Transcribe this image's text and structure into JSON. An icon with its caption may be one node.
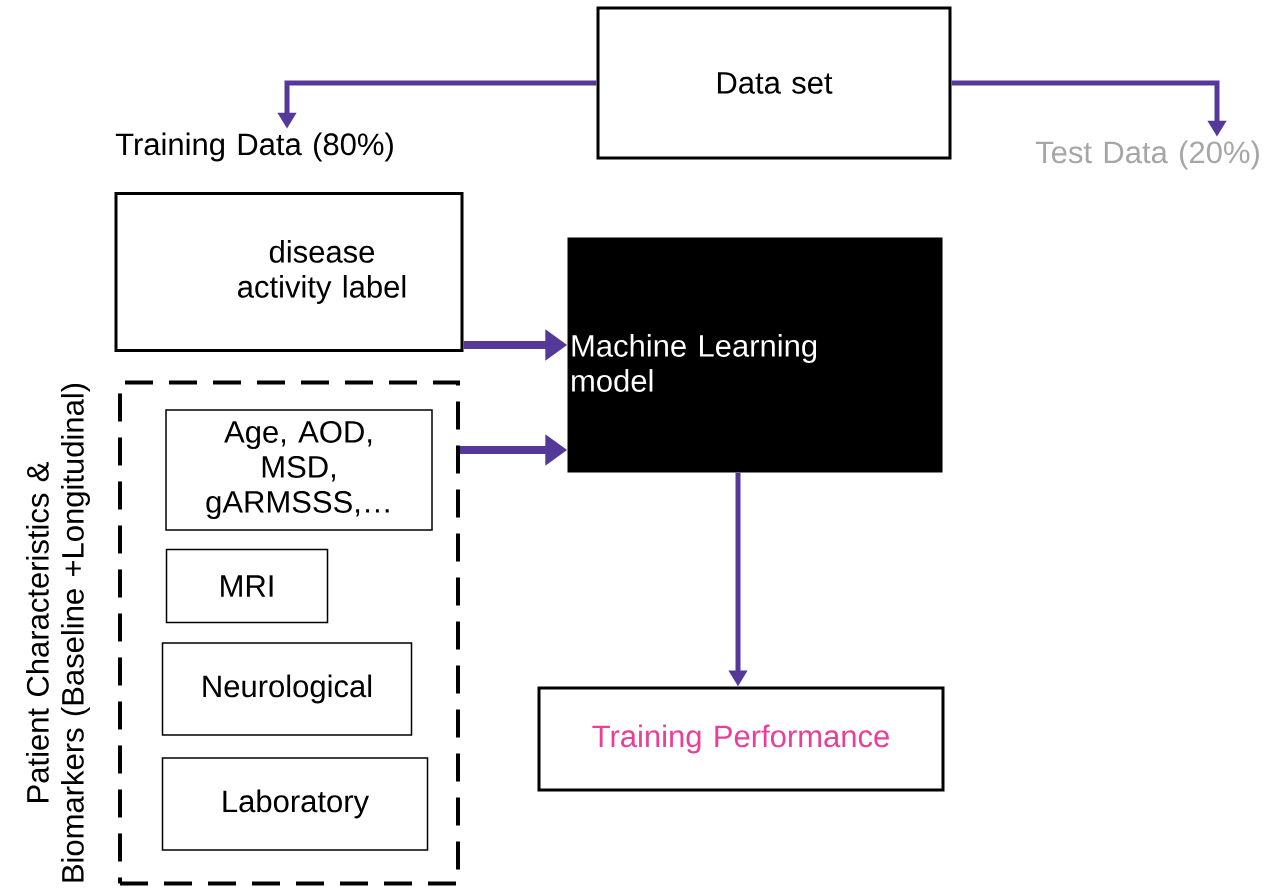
{
  "diagram": {
    "nodes": [
      {
        "text": [
          "Data set"
        ]
      },
      {
        "text": [
          "Training Data (80%)"
        ]
      },
      {
        "text": [
          "Test Data (20%)"
        ]
      },
      {
        "text": [
          "disease activity label"
        ]
      },
      {
        "text": [
          "Patient Characteristics & Biomarkers (Baseline +Longitudinal)"
        ]
      },
      {
        "text": [
          "Age, AOD, MSD, gARMSSS,…"
        ],
        "in": 4
      },
      {
        "text": [
          "MRI"
        ],
        "in": 4
      },
      {
        "text": [
          "Neurological"
        ],
        "in": 4
      },
      {
        "text": [
          "Laboratory"
        ],
        "in": 4
      },
      {
        "text": [
          "Machine Learning model"
        ]
      },
      {
        "text": [
          "Training Performance"
        ]
      }
    ],
    "edges": [
      {
        "from": 0,
        "to": 1,
        "arrow": "to"
      },
      {
        "from": 0,
        "to": 2,
        "arrow": "to"
      },
      {
        "from": 3,
        "to": 9,
        "arrow": "to"
      },
      {
        "from": 4,
        "to": 9,
        "arrow": "to"
      },
      {
        "from": 9,
        "to": 10,
        "arrow": "to"
      }
    ]
  }
}
